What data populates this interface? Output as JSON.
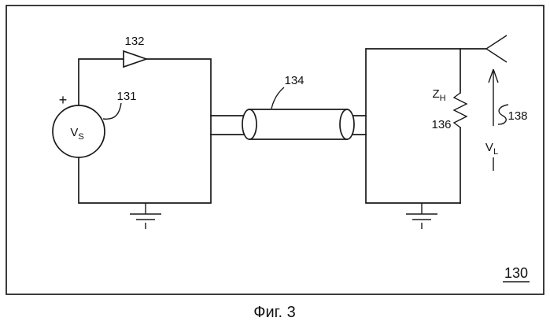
{
  "figure": {
    "caption": "Фиг. 3",
    "ref_number": "130"
  },
  "components": {
    "source": {
      "ref": "131",
      "symbol_main": "V",
      "symbol_sub": "S",
      "polarity": "+"
    },
    "amplifier": {
      "ref": "132"
    },
    "transmission_line": {
      "ref": "134"
    },
    "load": {
      "ref": "136",
      "symbol_main": "Z",
      "symbol_sub": "H"
    },
    "probe": {
      "ref": "138",
      "voltage_main": "V",
      "voltage_sub": "L"
    }
  }
}
